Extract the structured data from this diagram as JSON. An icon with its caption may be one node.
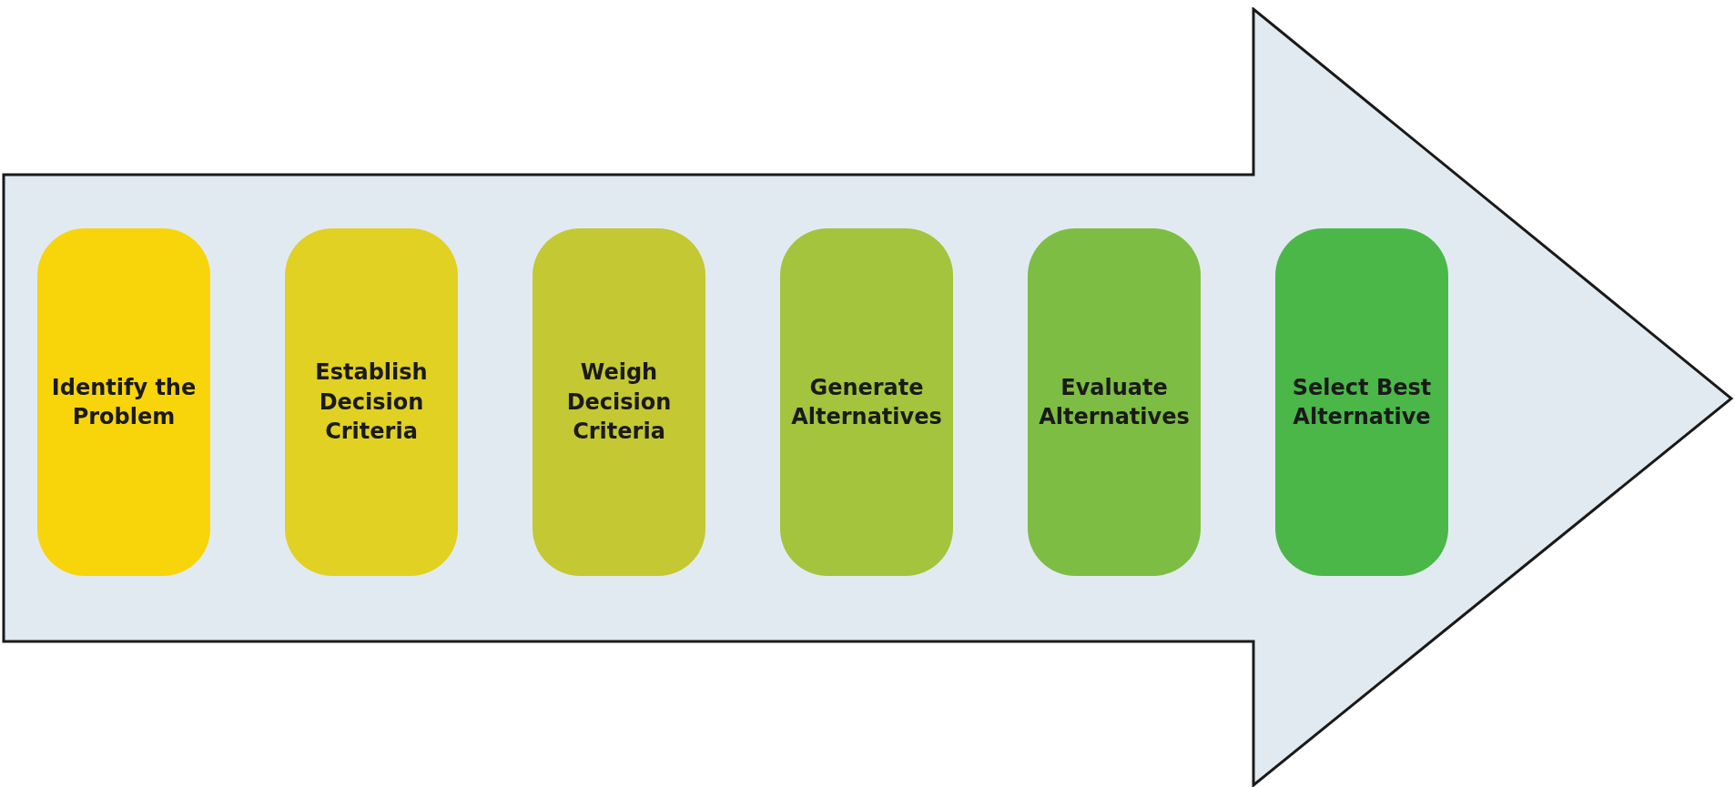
{
  "diagram": {
    "nodes": [
      {
        "text": [],
        "shape": "arrow"
      },
      {
        "text": [
          "Identify the Problem"
        ],
        "in": 0
      },
      {
        "text": [
          "Establish Decision Criteria"
        ],
        "in": 0
      },
      {
        "text": [
          "Weigh Decision Criteria"
        ],
        "in": 0
      },
      {
        "text": [
          "Generate Alternatives"
        ],
        "in": 0
      },
      {
        "text": [
          "Evaluate Alternatives"
        ],
        "in": 0
      },
      {
        "text": [
          "Select Best Alternative"
        ],
        "in": 0
      }
    ]
  }
}
